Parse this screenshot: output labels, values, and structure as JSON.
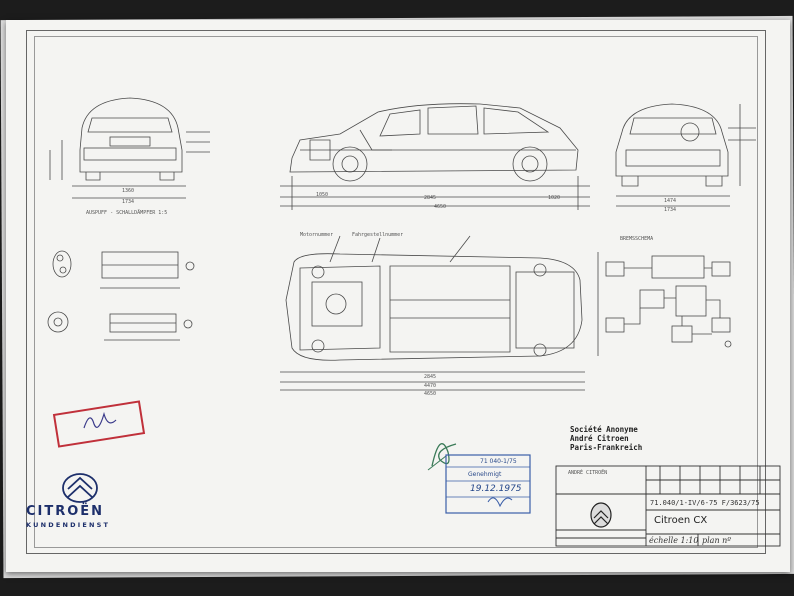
{
  "brand": {
    "name": "CITROËN",
    "subtitle": "KUNDENDIENST",
    "color": "#1d2f6b"
  },
  "company": {
    "line1": "Société Anonyme",
    "line2": "André Citroen",
    "line3": "Paris-Frankreich"
  },
  "title_block": {
    "company_name": "ANDRÉ CITROËN",
    "drawing_number": "71.040/1-IV/6-75 F/3623/75",
    "title": "Citroen CX",
    "scale": "échelle 1:10",
    "plan": "plan nº"
  },
  "stamp": {
    "label": "Genehmigt",
    "date": "19.12.1975",
    "header": "71 040-1/75"
  },
  "section_labels": {
    "exhaust": "AUSPUFF - SCHALLDÄMPFER 1:5",
    "brake": "BREMSSCHEMA",
    "motor_number": "Motornummer",
    "chassis_number": "Fahrgestellnummer"
  },
  "dimensions": {
    "side_2845": "2845",
    "side_1050": "1050",
    "side_1020": "1020",
    "side_4650": "4650",
    "front_1360": "1360",
    "front_1734": "1734",
    "rear_1474": "1474",
    "rear_1734": "1734",
    "plan_2845": "2845",
    "plan_4470": "4470",
    "plan_4650": "4650"
  },
  "colors": {
    "line": "#4a4a4a",
    "paper": "#f4f4f2",
    "stamp_red": "#c0303a",
    "stamp_blue": "#3a5ea8"
  }
}
